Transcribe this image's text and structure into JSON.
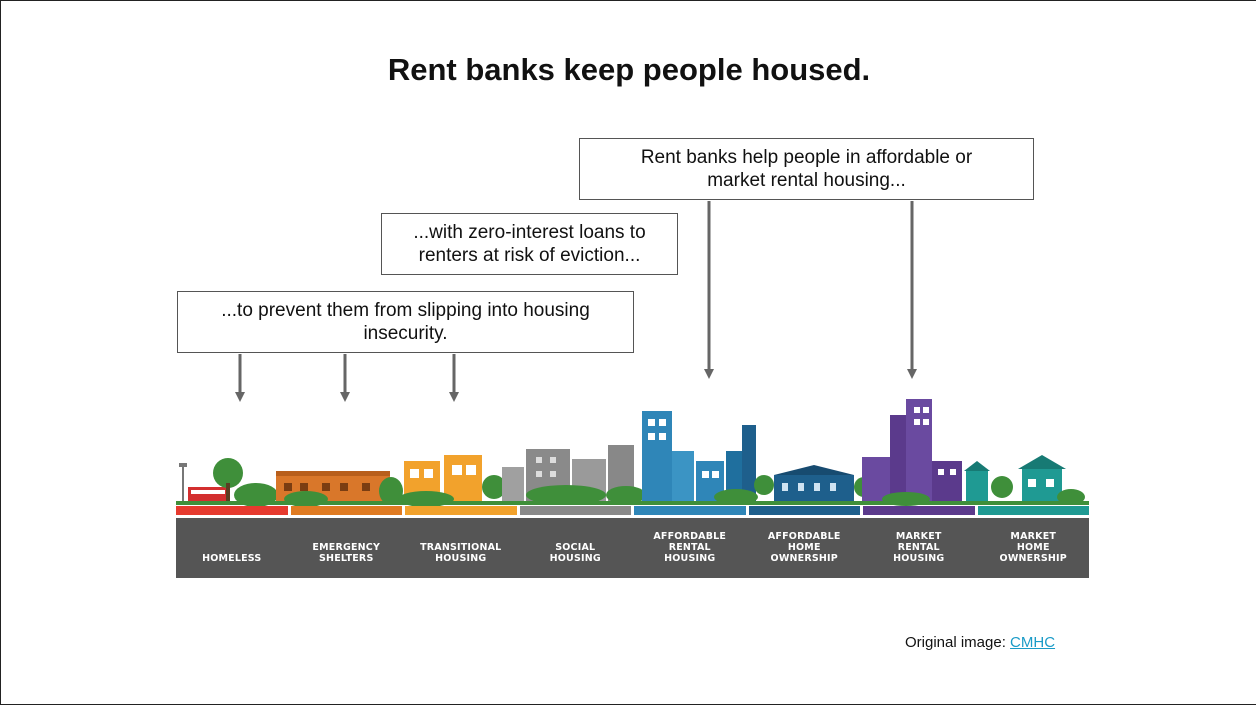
{
  "title": "Rent banks keep people housed.",
  "callouts": {
    "market": [
      "Rent banks help people in affordable or",
      "market rental housing..."
    ],
    "loans": [
      "...with zero-interest loans to",
      "renters at risk of eviction..."
    ],
    "prevent": [
      "...to prevent them from slipping into housing",
      "insecurity."
    ]
  },
  "credit": {
    "prefix": "Original image: ",
    "link": "CMHC"
  },
  "continuum": [
    {
      "label": [
        "HOMELESS"
      ],
      "color": "#e63a2e"
    },
    {
      "label": [
        "EMERGENCY",
        "SHELTERS"
      ],
      "color": "#e07b22"
    },
    {
      "label": [
        "TRANSITIONAL",
        "HOUSING"
      ],
      "color": "#f2a22c"
    },
    {
      "label": [
        "SOCIAL",
        "HOUSING"
      ],
      "color": "#8a8a8a"
    },
    {
      "label": [
        "AFFORDABLE",
        "RENTAL",
        "HOUSING"
      ],
      "color": "#2f86b8"
    },
    {
      "label": [
        "AFFORDABLE",
        "HOME",
        "OWNERSHIP"
      ],
      "color": "#1e5f8c"
    },
    {
      "label": [
        "MARKET",
        "RENTAL",
        "HOUSING"
      ],
      "color": "#5b3a8c"
    },
    {
      "label": [
        "MARKET",
        "HOME",
        "OWNERSHIP"
      ],
      "color": "#1f9a93"
    }
  ],
  "colors": {
    "arrow": "#666666",
    "band": "#555555",
    "tree": "#3f8f3a",
    "link": "#1a9bc7"
  }
}
